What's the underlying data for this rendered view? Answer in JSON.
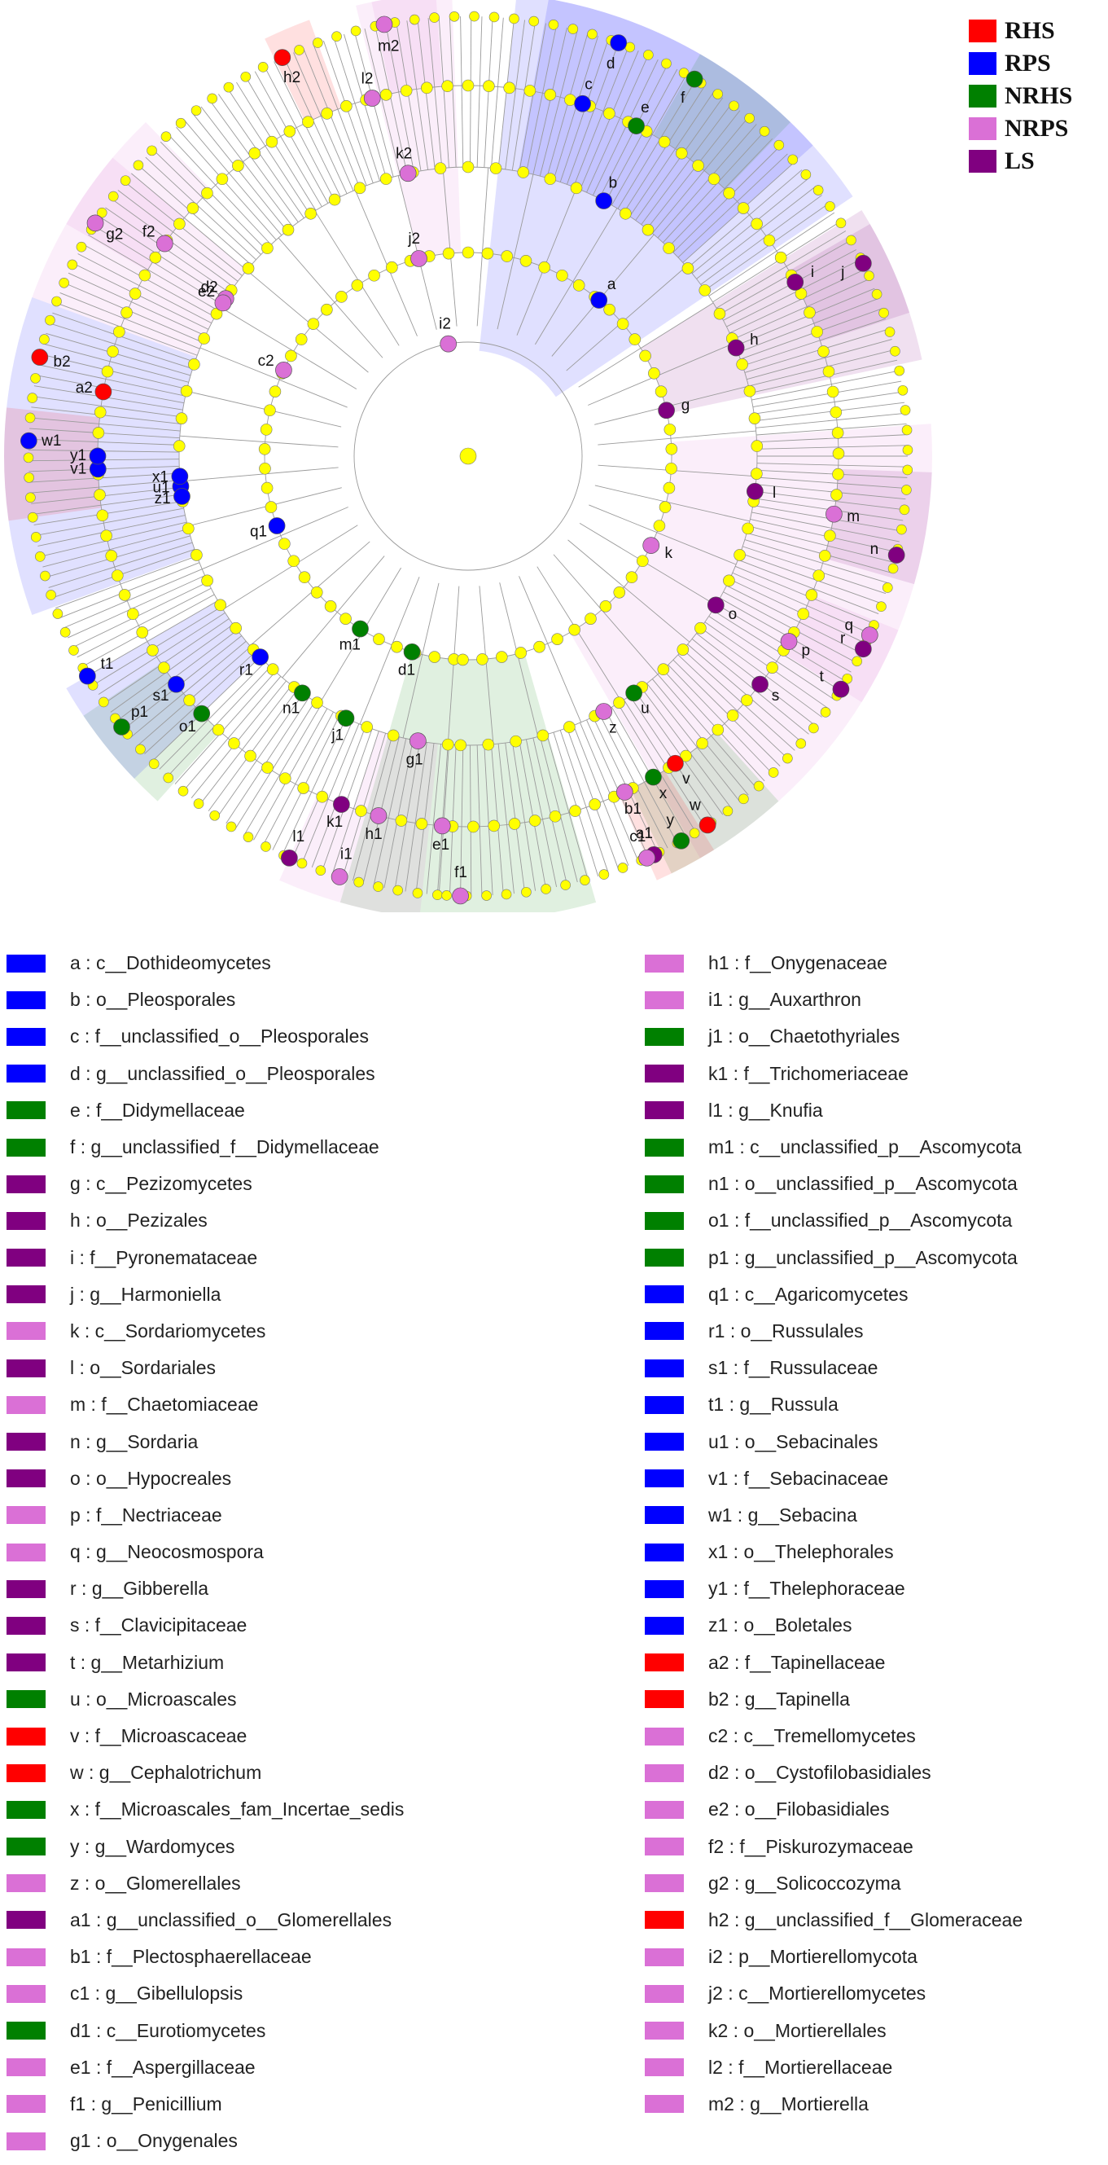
{
  "colors": {
    "RHS": "#ff0000",
    "RPS": "#0000ff",
    "NRHS": "#008000",
    "NRPS": "#da70d6",
    "LS": "#800080",
    "nonsignificant": "#ffff00",
    "branch": "#9a9a9a"
  },
  "groups": [
    {
      "name": "RHS",
      "color": "#ff0000"
    },
    {
      "name": "RPS",
      "color": "#0000ff"
    },
    {
      "name": "NRHS",
      "color": "#008000"
    },
    {
      "name": "NRPS",
      "color": "#da70d6"
    },
    {
      "name": "LS",
      "color": "#800080"
    }
  ],
  "taxa": [
    {
      "id": "a",
      "group": "RPS",
      "label": "a : c__Dothideomycetes"
    },
    {
      "id": "b",
      "group": "RPS",
      "label": "b : o__Pleosporales"
    },
    {
      "id": "c",
      "group": "RPS",
      "label": "c : f__unclassified_o__Pleosporales"
    },
    {
      "id": "d",
      "group": "RPS",
      "label": "d : g__unclassified_o__Pleosporales"
    },
    {
      "id": "e",
      "group": "NRHS",
      "label": "e : f__Didymellaceae"
    },
    {
      "id": "f",
      "group": "NRHS",
      "label": "f : g__unclassified_f__Didymellaceae"
    },
    {
      "id": "g",
      "group": "LS",
      "label": "g : c__Pezizomycetes"
    },
    {
      "id": "h",
      "group": "LS",
      "label": "h : o__Pezizales"
    },
    {
      "id": "i",
      "group": "LS",
      "label": "i : f__Pyronemataceae"
    },
    {
      "id": "j",
      "group": "LS",
      "label": "j : g__Harmoniella"
    },
    {
      "id": "k",
      "group": "NRPS",
      "label": "k : c__Sordariomycetes"
    },
    {
      "id": "l",
      "group": "LS",
      "label": "l : o__Sordariales"
    },
    {
      "id": "m",
      "group": "NRPS",
      "label": "m : f__Chaetomiaceae"
    },
    {
      "id": "n",
      "group": "LS",
      "label": "n : g__Sordaria"
    },
    {
      "id": "o",
      "group": "LS",
      "label": "o : o__Hypocreales"
    },
    {
      "id": "p",
      "group": "NRPS",
      "label": "p : f__Nectriaceae"
    },
    {
      "id": "q",
      "group": "NRPS",
      "label": "q : g__Neocosmospora"
    },
    {
      "id": "r",
      "group": "LS",
      "label": "r : g__Gibberella"
    },
    {
      "id": "s",
      "group": "LS",
      "label": "s : f__Clavicipitaceae"
    },
    {
      "id": "t",
      "group": "LS",
      "label": "t : g__Metarhizium"
    },
    {
      "id": "u",
      "group": "NRHS",
      "label": "u : o__Microascales"
    },
    {
      "id": "v",
      "group": "RHS",
      "label": "v : f__Microascaceae"
    },
    {
      "id": "w",
      "group": "RHS",
      "label": "w : g__Cephalotrichum"
    },
    {
      "id": "x",
      "group": "NRHS",
      "label": "x : f__Microascales_fam_Incertae_sedis"
    },
    {
      "id": "y",
      "group": "NRHS",
      "label": "y : g__Wardomyces"
    },
    {
      "id": "z",
      "group": "NRPS",
      "label": "z : o__Glomerellales"
    },
    {
      "id": "a1",
      "group": "LS",
      "label": "a1 : g__unclassified_o__Glomerellales"
    },
    {
      "id": "b1",
      "group": "NRPS",
      "label": "b1 : f__Plectosphaerellaceae"
    },
    {
      "id": "c1",
      "group": "NRPS",
      "label": "c1 : g__Gibellulopsis"
    },
    {
      "id": "d1",
      "group": "NRHS",
      "label": "d1 : c__Eurotiomycetes"
    },
    {
      "id": "e1",
      "group": "NRPS",
      "label": "e1 : f__Aspergillaceae"
    },
    {
      "id": "f1",
      "group": "NRPS",
      "label": "f1 : g__Penicillium"
    },
    {
      "id": "g1",
      "group": "NRPS",
      "label": "g1 : o__Onygenales"
    },
    {
      "id": "h1",
      "group": "NRPS",
      "label": "h1 : f__Onygenaceae"
    },
    {
      "id": "i1",
      "group": "NRPS",
      "label": "i1 : g__Auxarthron"
    },
    {
      "id": "j1",
      "group": "NRHS",
      "label": "j1 : o__Chaetothyriales"
    },
    {
      "id": "k1",
      "group": "LS",
      "label": "k1 : f__Trichomeriaceae"
    },
    {
      "id": "l1",
      "group": "LS",
      "label": "l1 : g__Knufia"
    },
    {
      "id": "m1",
      "group": "NRHS",
      "label": "m1 : c__unclassified_p__Ascomycota"
    },
    {
      "id": "n1",
      "group": "NRHS",
      "label": "n1 : o__unclassified_p__Ascomycota"
    },
    {
      "id": "o1",
      "group": "NRHS",
      "label": "o1 : f__unclassified_p__Ascomycota"
    },
    {
      "id": "p1",
      "group": "NRHS",
      "label": "p1 : g__unclassified_p__Ascomycota"
    },
    {
      "id": "q1",
      "group": "RPS",
      "label": "q1 : c__Agaricomycetes"
    },
    {
      "id": "r1",
      "group": "RPS",
      "label": "r1 : o__Russulales"
    },
    {
      "id": "s1",
      "group": "RPS",
      "label": "s1 : f__Russulaceae"
    },
    {
      "id": "t1",
      "group": "RPS",
      "label": "t1 : g__Russula"
    },
    {
      "id": "u1",
      "group": "RPS",
      "label": "u1 : o__Sebacinales"
    },
    {
      "id": "v1",
      "group": "RPS",
      "label": "v1 : f__Sebacinaceae"
    },
    {
      "id": "w1",
      "group": "RPS",
      "label": "w1 : g__Sebacina"
    },
    {
      "id": "x1",
      "group": "RPS",
      "label": "x1 : o__Thelephorales"
    },
    {
      "id": "y1",
      "group": "RPS",
      "label": "y1 : f__Thelephoraceae"
    },
    {
      "id": "z1",
      "group": "RPS",
      "label": "z1 : o__Boletales"
    },
    {
      "id": "a2",
      "group": "RHS",
      "label": "a2 : f__Tapinellaceae"
    },
    {
      "id": "b2",
      "group": "RHS",
      "label": "b2 : g__Tapinella"
    },
    {
      "id": "c2",
      "group": "NRPS",
      "label": "c2 : c__Tremellomycetes"
    },
    {
      "id": "d2",
      "group": "NRPS",
      "label": "d2 : o__Cystofilobasidiales"
    },
    {
      "id": "e2",
      "group": "NRPS",
      "label": "e2 : o__Filobasidiales"
    },
    {
      "id": "f2",
      "group": "NRPS",
      "label": "f2 : f__Piskurozymaceae"
    },
    {
      "id": "g2",
      "group": "NRPS",
      "label": "g2 : g__Solicoccozyma"
    },
    {
      "id": "h2",
      "group": "RHS",
      "label": "h2 : g__unclassified_f__Glomeraceae"
    },
    {
      "id": "i2",
      "group": "NRPS",
      "label": "i2 : p__Mortierellomycota"
    },
    {
      "id": "j2",
      "group": "NRPS",
      "label": "j2 : c__Mortierellomycetes"
    },
    {
      "id": "k2",
      "group": "NRPS",
      "label": "k2 : o__Mortierellales"
    },
    {
      "id": "l2",
      "group": "NRPS",
      "label": "l2 : f__Mortierellaceae"
    },
    {
      "id": "m2",
      "group": "NRPS",
      "label": "m2 : g__Mortierella"
    }
  ]
}
